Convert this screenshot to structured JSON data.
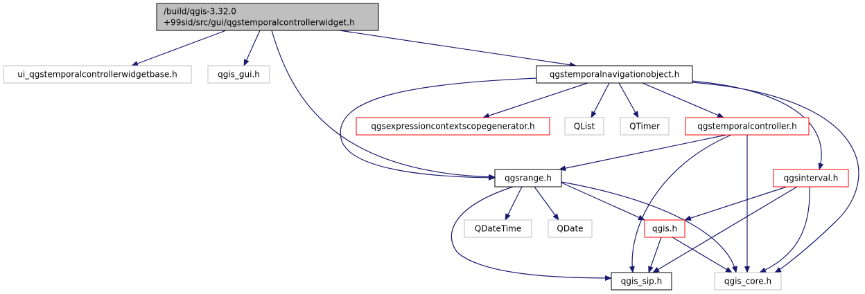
{
  "colors": {
    "edge": "#191970",
    "root_fill": "#bfbfbf",
    "border_documented": "#000000",
    "border_truncated": "#ff0000",
    "border_external": "#bfbfbf",
    "background": "#ffffff"
  },
  "nodes": [
    {
      "id": "root",
      "lines": [
        "/build/qgis-3.32.0",
        "+99sid/src/gui/qgstemporalcontrollerwidget.h"
      ],
      "style": "root"
    },
    {
      "id": "ui_base",
      "lines": [
        "ui_qgstemporalcontrollerwidgetbase.h"
      ],
      "style": "external"
    },
    {
      "id": "qgis_gui",
      "lines": [
        "qgis_gui.h"
      ],
      "style": "external"
    },
    {
      "id": "navobj",
      "lines": [
        "qgstemporalnavigationobject.h"
      ],
      "style": "documented"
    },
    {
      "id": "exprgen",
      "lines": [
        "qgsexpressioncontextscopegenerator.h"
      ],
      "style": "truncated"
    },
    {
      "id": "qlist",
      "lines": [
        "QList"
      ],
      "style": "external"
    },
    {
      "id": "qtimer",
      "lines": [
        "QTimer"
      ],
      "style": "external"
    },
    {
      "id": "tempctrl",
      "lines": [
        "qgstemporalcontroller.h"
      ],
      "style": "truncated"
    },
    {
      "id": "qgsrange",
      "lines": [
        "qgsrange.h"
      ],
      "style": "documented"
    },
    {
      "id": "qgsinterval",
      "lines": [
        "qgsinterval.h"
      ],
      "style": "truncated"
    },
    {
      "id": "qdatetime",
      "lines": [
        "QDateTime"
      ],
      "style": "external"
    },
    {
      "id": "qdate",
      "lines": [
        "QDate"
      ],
      "style": "external"
    },
    {
      "id": "qgis",
      "lines": [
        "qgis.h"
      ],
      "style": "truncated"
    },
    {
      "id": "qgis_sip",
      "lines": [
        "qgis_sip.h"
      ],
      "style": "documented"
    },
    {
      "id": "qgis_core",
      "lines": [
        "qgis_core.h"
      ],
      "style": "external"
    }
  ],
  "edges": [
    [
      "root",
      "ui_base"
    ],
    [
      "root",
      "qgis_gui"
    ],
    [
      "root",
      "navobj"
    ],
    [
      "root",
      "qgsrange"
    ],
    [
      "navobj",
      "exprgen"
    ],
    [
      "navobj",
      "qlist"
    ],
    [
      "navobj",
      "qtimer"
    ],
    [
      "navobj",
      "tempctrl"
    ],
    [
      "navobj",
      "qgsrange"
    ],
    [
      "navobj",
      "qgsinterval"
    ],
    [
      "navobj",
      "qgis_core"
    ],
    [
      "tempctrl",
      "qgsrange"
    ],
    [
      "tempctrl",
      "qgis_sip"
    ],
    [
      "tempctrl",
      "qgis_core"
    ],
    [
      "qgsrange",
      "qdatetime"
    ],
    [
      "qgsrange",
      "qdate"
    ],
    [
      "qgsrange",
      "qgis"
    ],
    [
      "qgsrange",
      "qgis_sip"
    ],
    [
      "qgsrange",
      "qgis_core"
    ],
    [
      "qgsinterval",
      "qgis"
    ],
    [
      "qgsinterval",
      "qgis_sip"
    ],
    [
      "qgsinterval",
      "qgis_core"
    ],
    [
      "qgis",
      "qgis_sip"
    ],
    [
      "qgis",
      "qgis_core"
    ]
  ]
}
